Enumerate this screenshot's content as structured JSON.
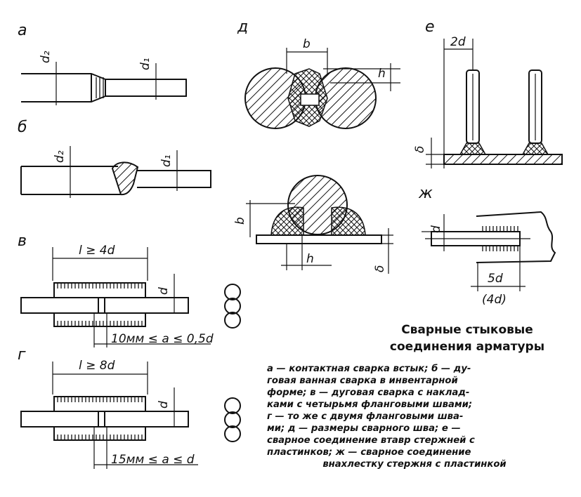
{
  "panels": {
    "a": {
      "label": "а",
      "dims": [
        "d₂",
        "d₁"
      ]
    },
    "b": {
      "label": "б",
      "dims": [
        "d₂",
        "d₁"
      ]
    },
    "v": {
      "label": "в",
      "length": "l ≥ 4d",
      "height": "d",
      "gap": "10мм ≤ a ≤ 0,5d"
    },
    "g": {
      "label": "г",
      "length": "l ≥ 8d",
      "height": "d",
      "gap": "15мм ≤ a ≤ d"
    },
    "d": {
      "label": "д",
      "top_dims": [
        "b",
        "h"
      ],
      "bottom_dims": [
        "b",
        "h",
        "δ"
      ]
    },
    "e": {
      "label": "е",
      "dims": [
        "2d",
        "δ"
      ]
    },
    "zh": {
      "label": "ж",
      "dims": [
        "d",
        "5d",
        "(4d)"
      ]
    }
  },
  "caption": {
    "title": "Сварные стыковые соединения арматуры",
    "lines": [
      "а — контактная сварка встык; б — ду-",
      "говая ванная сварка в инвентарной",
      "форме; в — дуговая сварка с наклад-",
      "ками с четырьмя фланговыми швами;",
      "г — то же с двумя фланговыми шва-",
      "ми; д — размеры сварного шва; е —",
      "сварное соединение втавр стержней с",
      "пластинков; ж — сварное соединение",
      "внахлестку стержня с пластинкой"
    ]
  }
}
